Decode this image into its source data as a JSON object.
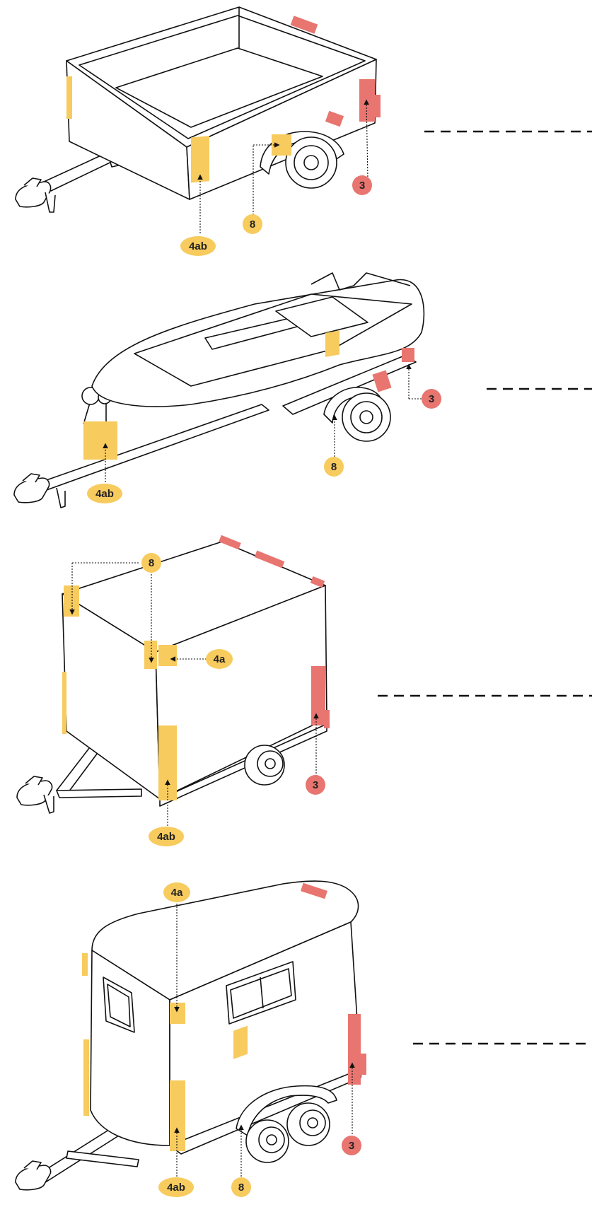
{
  "colors": {
    "amber": "#F7CB5E",
    "amber_dark": "#D9A520",
    "red": "#E8756F",
    "red_dark": "#C8544E",
    "line": "#111111",
    "badge_text": "#222222"
  },
  "panels": [
    {
      "name": "utility-trailer",
      "labels": [
        {
          "name": "label-4ab",
          "text": "4ab",
          "color": "amber"
        },
        {
          "name": "label-8",
          "text": "8",
          "color": "amber"
        },
        {
          "name": "label-3",
          "text": "3",
          "color": "red"
        }
      ]
    },
    {
      "name": "boat-trailer",
      "labels": [
        {
          "name": "label-4ab",
          "text": "4ab",
          "color": "amber"
        },
        {
          "name": "label-8",
          "text": "8",
          "color": "amber"
        },
        {
          "name": "label-3",
          "text": "3",
          "color": "red"
        }
      ]
    },
    {
      "name": "box-trailer",
      "labels": [
        {
          "name": "label-8",
          "text": "8",
          "color": "amber"
        },
        {
          "name": "label-4a",
          "text": "4a",
          "color": "amber"
        },
        {
          "name": "label-4ab",
          "text": "4ab",
          "color": "amber"
        },
        {
          "name": "label-3",
          "text": "3",
          "color": "red"
        }
      ]
    },
    {
      "name": "horse-trailer",
      "labels": [
        {
          "name": "label-4a",
          "text": "4a",
          "color": "amber"
        },
        {
          "name": "label-4ab",
          "text": "4ab",
          "color": "amber"
        },
        {
          "name": "label-8",
          "text": "8",
          "color": "amber"
        },
        {
          "name": "label-3",
          "text": "3",
          "color": "red"
        }
      ]
    }
  ]
}
